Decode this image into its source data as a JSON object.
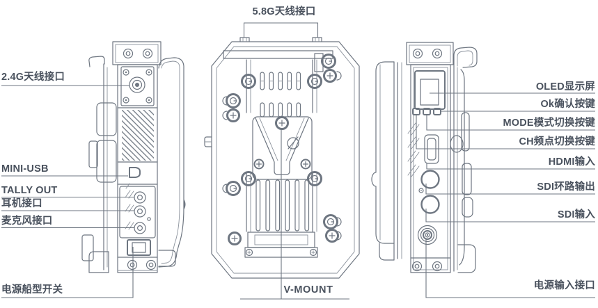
{
  "colors": {
    "background": "#ffffff",
    "line": "#6e7681",
    "line_light": "#8a919b",
    "text": "#4a525e"
  },
  "callouts": {
    "antenna_24g": "2.4G天线接口",
    "mini_usb": "MINI-USB",
    "tally_out": "TALLY OUT",
    "headphone_jack": "耳机接口",
    "mic_jack": "麦克风接口",
    "power_rocker_switch": "电源船型开关",
    "antenna_58g": "5.8G天线接口",
    "v_mount": "V-MOUNT",
    "oled_display": "OLED显示屏",
    "ok_button": "Ok确认按键",
    "mode_button": "MODE模式切换按键",
    "ch_button": "CH频点切换按键",
    "hdmi_input": "HDMI输入",
    "sdi_loop_out": "SDI环路输出",
    "sdi_input": "SDI输入",
    "power_input": "电源输入接口"
  }
}
